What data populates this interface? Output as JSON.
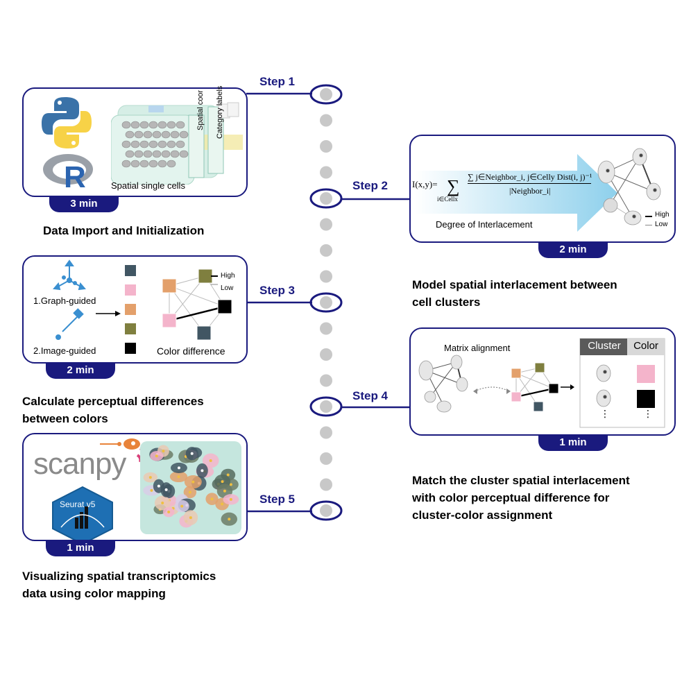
{
  "colors": {
    "navy": "#1a1a7e",
    "dot": "#c8c8c8",
    "pink": "#f4b4cb",
    "orange": "#e3a06b",
    "olive": "#7f7f3f",
    "slate": "#415663",
    "black": "#000000",
    "arrow_blue": "#9fd7ee"
  },
  "steps": [
    {
      "label": "Step 1",
      "time": "3 min",
      "caption": "Data Import and Initialization"
    },
    {
      "label": "Step 2",
      "time": "2 min",
      "caption": "Model  spatial  interlacement between\ncell clusters"
    },
    {
      "label": "Step 3",
      "time": "2 min",
      "caption": "Calculate perceptual differences\nbetween colors"
    },
    {
      "label": "Step 4",
      "time": "1 min",
      "caption": "Match the cluster spatial interlacement\nwith color perceptual difference for\ncluster-color assignment"
    },
    {
      "label": "Step 5",
      "time": "1 min",
      "caption": "Visualizing spatial transcriptomics\ndata using color mapping"
    }
  ],
  "step1": {
    "spatial_single_cells": "Spatial single cells",
    "spatial_coor": "Spatial coor",
    "category_labels": "Category labels",
    "r_letter": "R"
  },
  "step2": {
    "formula_lhs": "I(x,y)=",
    "formula_sum_index": "i∈Cellx",
    "formula_numerator": "∑ j∈Neighbor_i, j∈Celly Dist(i, j)⁻¹",
    "formula_denominator": "|Neighbor_i|",
    "degree_label": "Degree of Interlacement",
    "high": "High",
    "low": "Low"
  },
  "step3": {
    "graph_guided": "1.Graph-guided",
    "image_guided": "2.Image-guided",
    "color_difference": "Color difference",
    "high": "High",
    "low": "Low"
  },
  "step4": {
    "matrix_alignment": "Matrix alignment",
    "table_headers": [
      "Cluster",
      "Color"
    ],
    "ellipsis": "⋮"
  },
  "step5": {
    "scanpy": "scanpy",
    "seurat": "Seurat v5"
  }
}
